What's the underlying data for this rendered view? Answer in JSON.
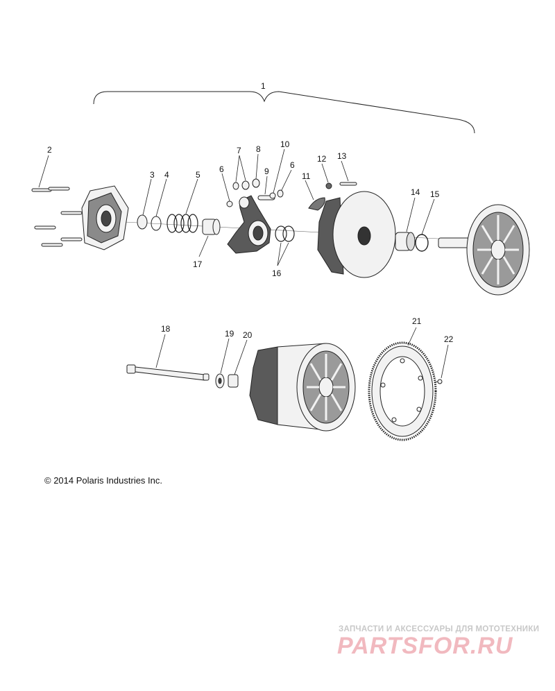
{
  "copyright": "© 2014 Polaris Industries Inc.",
  "watermark": {
    "tagline": "ЗАПЧАСТИ И АКСЕССУАРЫ ДЛЯ МОТОТЕХНИКИ",
    "logo": "PARTSFOR.RU"
  },
  "callouts": {
    "c1": "1",
    "c2": "2",
    "c3": "3",
    "c4": "4",
    "c5": "5",
    "c6a": "6",
    "c6b": "6",
    "c7": "7",
    "c8": "8",
    "c9": "9",
    "c10": "10",
    "c11": "11",
    "c12": "12",
    "c13": "13",
    "c14": "14",
    "c15": "15",
    "c16": "16",
    "c17": "17",
    "c18": "18",
    "c19": "19",
    "c20": "20",
    "c21": "21",
    "c22": "22"
  },
  "colors": {
    "line": "#222222",
    "part_fill": "#f2f2f2",
    "part_dark": "#5a5a5a",
    "watermark": "#f1b9bf"
  }
}
